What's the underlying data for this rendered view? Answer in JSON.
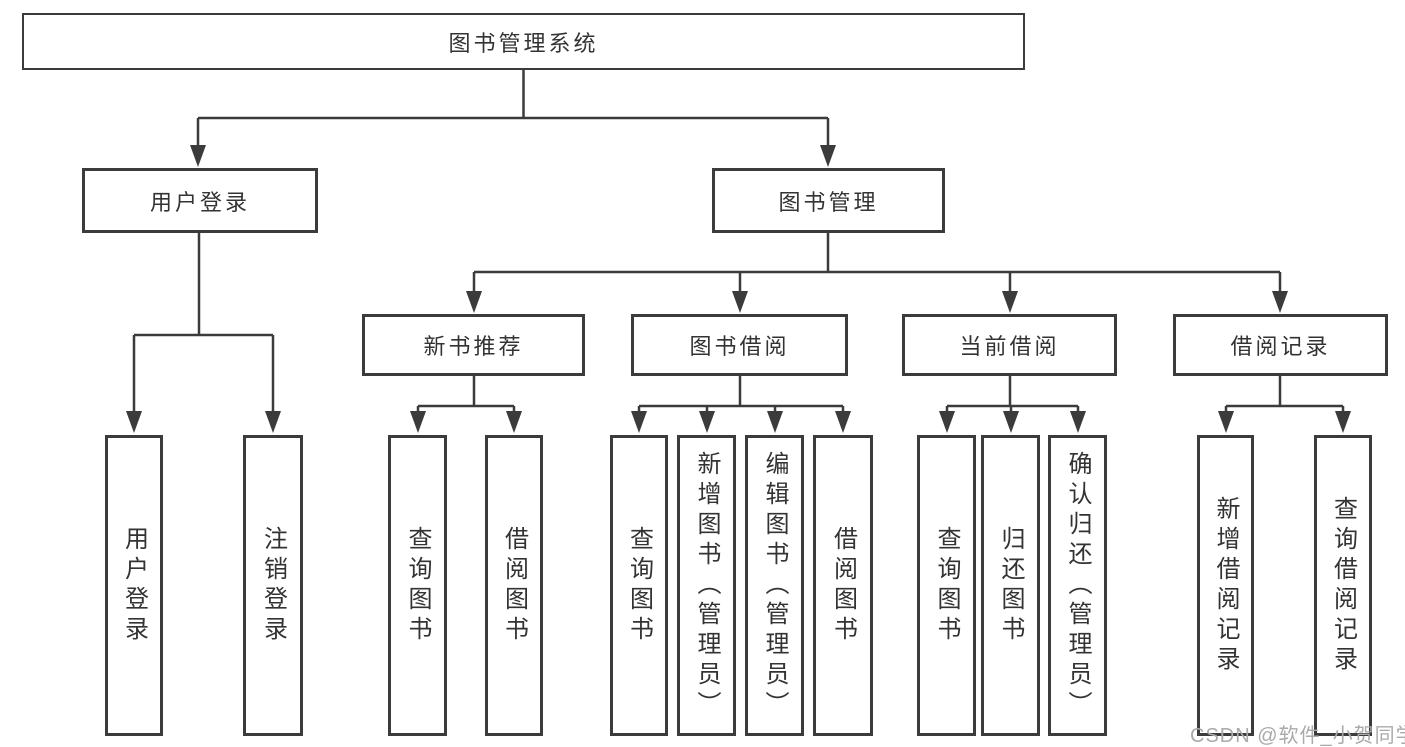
{
  "colors": {
    "line": "#3b3b3b",
    "box_border": "#3b3b3b",
    "text": "#333333",
    "watermark": "#aaaaaa",
    "background": "#ffffff"
  },
  "watermark": {
    "text": "CSDN @软件_小贺同学"
  },
  "tree": {
    "label": "图书管理系统",
    "children": [
      {
        "label": "用户登录",
        "children": [
          {
            "label": "用户登录"
          },
          {
            "label": "注销登录"
          }
        ]
      },
      {
        "label": "图书管理",
        "children": [
          {
            "label": "新书推荐",
            "children": [
              {
                "label": "查询图书"
              },
              {
                "label": "借阅图书"
              }
            ]
          },
          {
            "label": "图书借阅",
            "children": [
              {
                "label": "查询图书"
              },
              {
                "label": "新增图书（管理员）"
              },
              {
                "label": "编辑图书（管理员）"
              },
              {
                "label": "借阅图书"
              }
            ]
          },
          {
            "label": "当前借阅",
            "children": [
              {
                "label": "查询图书"
              },
              {
                "label": "归还图书"
              },
              {
                "label": "确认归还（管理员）"
              }
            ]
          },
          {
            "label": "借阅记录",
            "children": [
              {
                "label": "新增借阅记录"
              },
              {
                "label": "查询借阅记录"
              }
            ]
          }
        ]
      }
    ]
  }
}
